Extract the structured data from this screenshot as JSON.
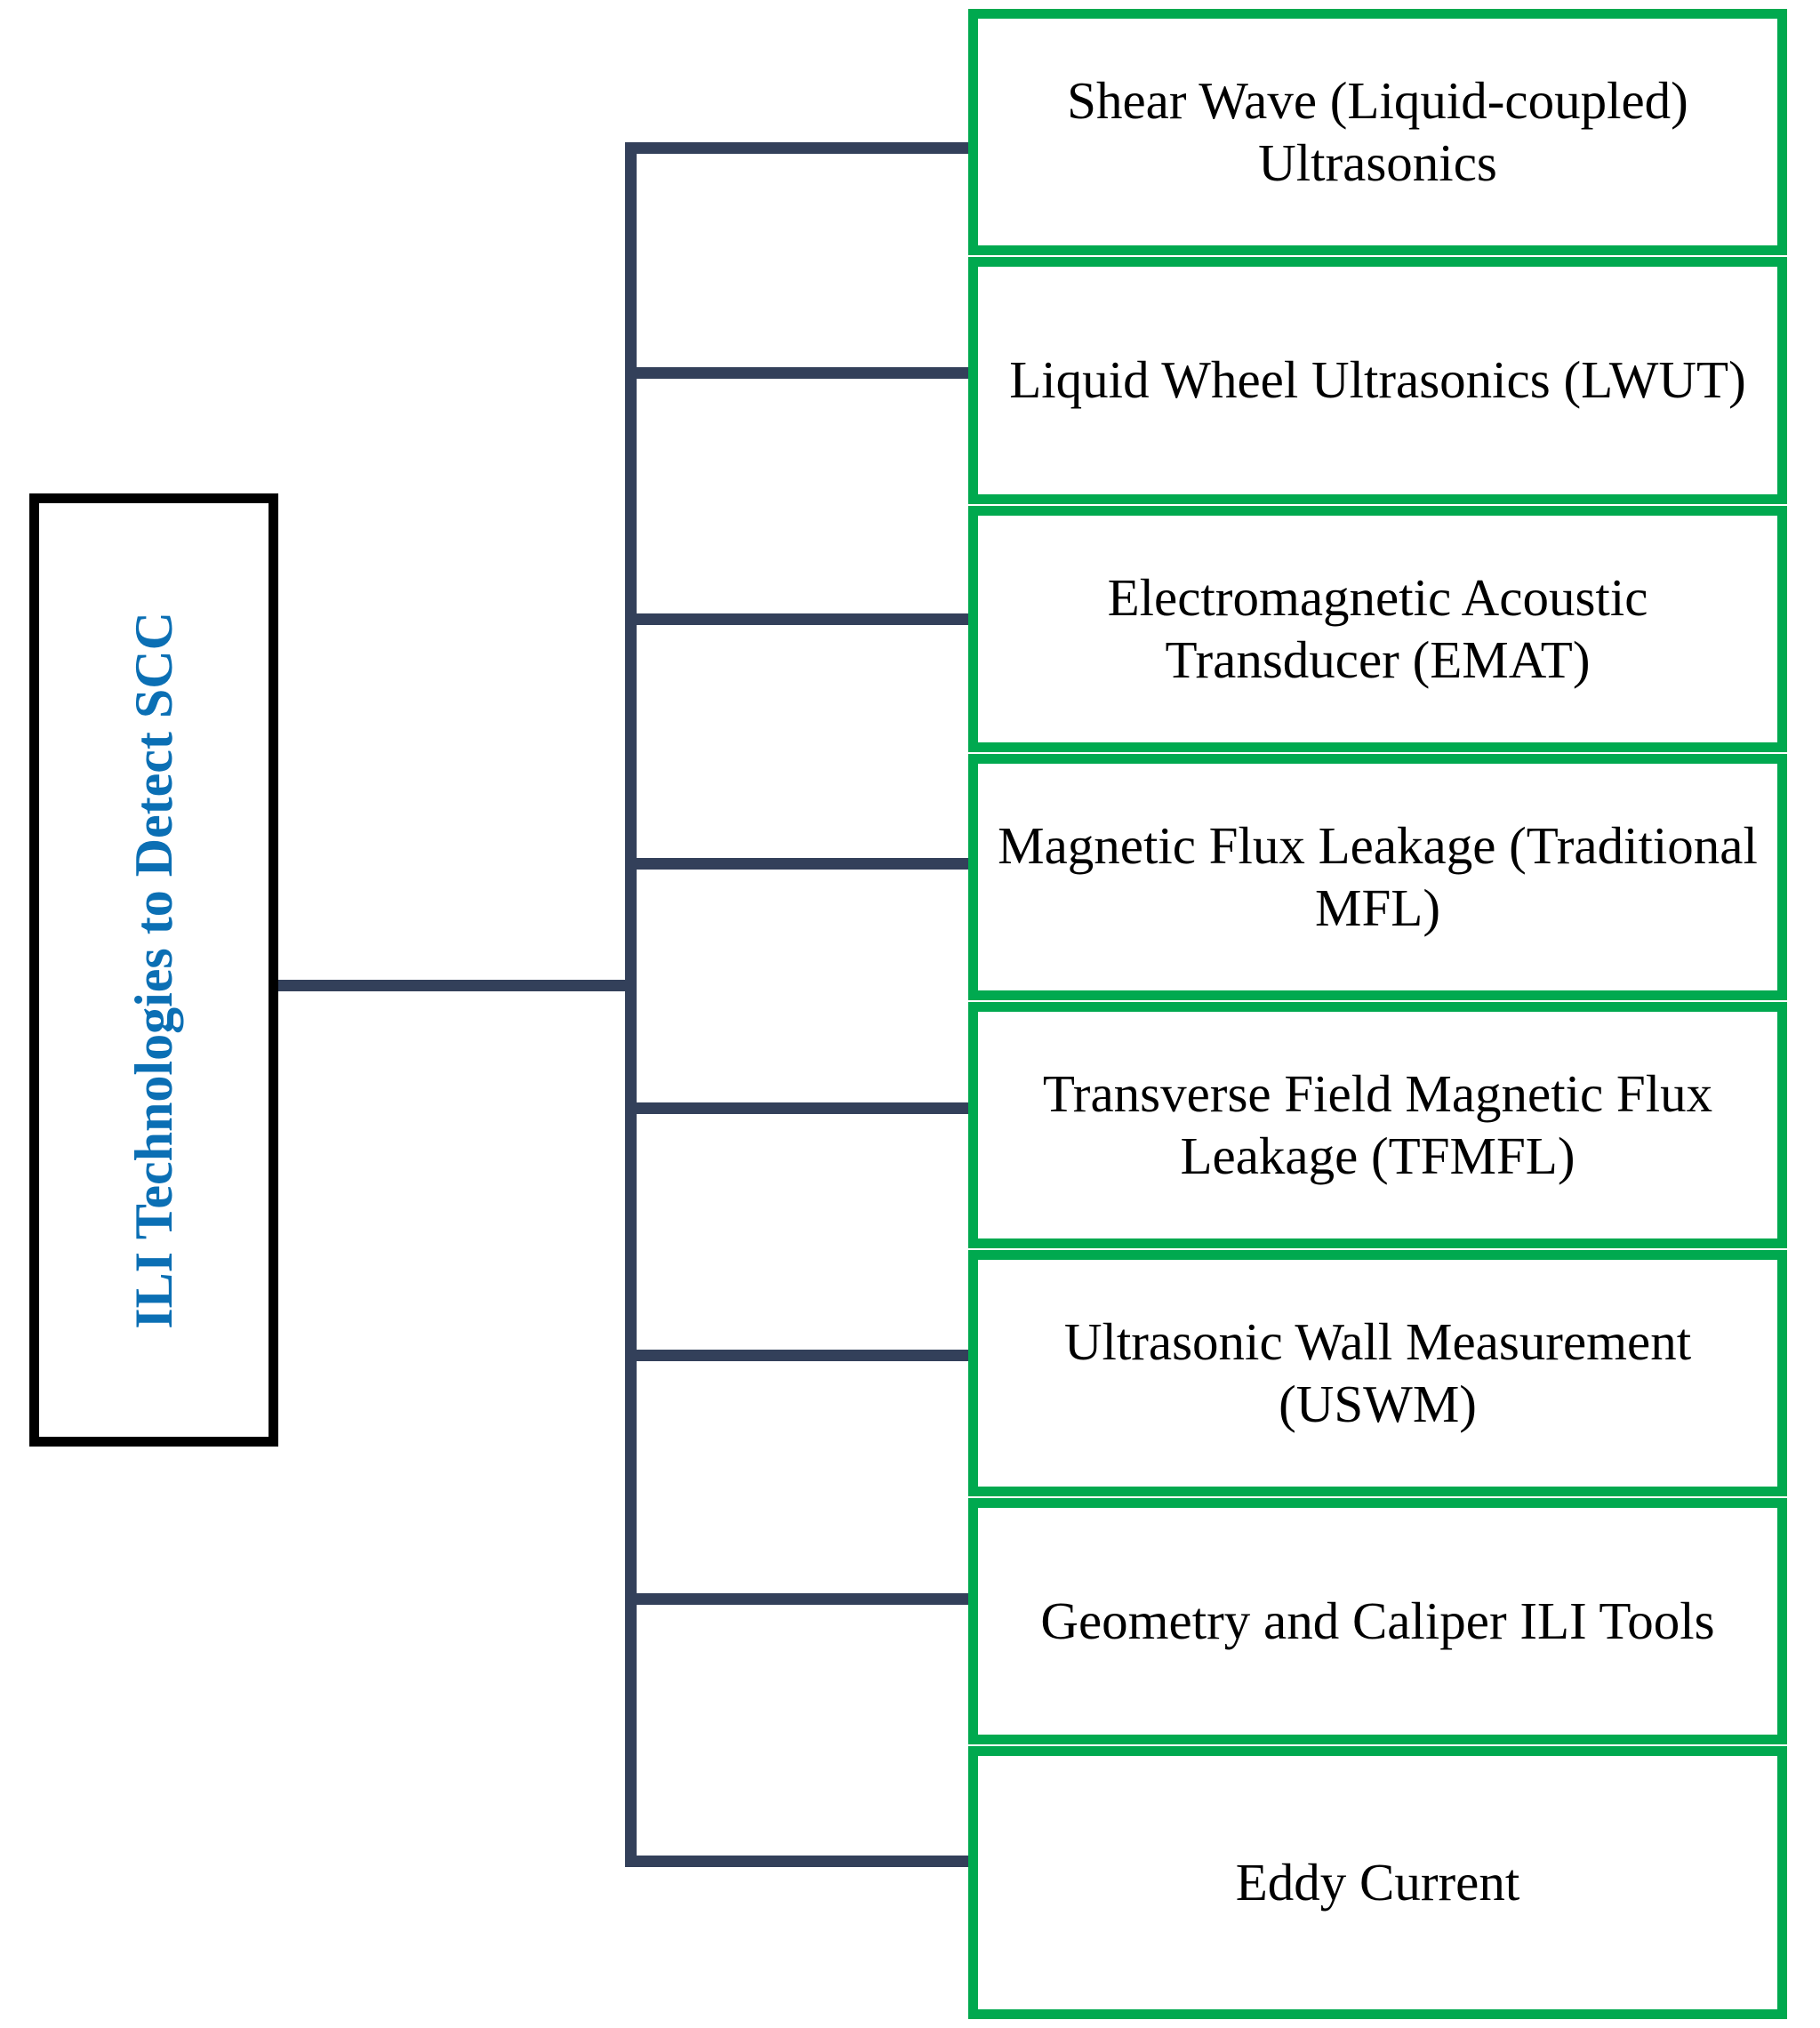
{
  "diagram": {
    "type": "tree-diagram",
    "orientation": "left-to-right",
    "root": {
      "label": "ILI Technologies to Detect SCC",
      "text_color": "#0b6fb4",
      "border_color": "#000000",
      "rotation_degrees": -90
    },
    "connector_color": "#33405a",
    "leaf_border_color": "#00a94f",
    "leaf_text_color": "#000000",
    "leaves": [
      {
        "label": "Shear Wave (Liquid-coupled) Ultrasonics"
      },
      {
        "label": "Liquid Wheel Ultrasonics (LWUT)"
      },
      {
        "label": "Electromagnetic Acoustic Transducer (EMAT)"
      },
      {
        "label": "Magnetic Flux Leakage (Traditional MFL)"
      },
      {
        "label": "Transverse Field Magnetic Flux Leakage (TFMFL)"
      },
      {
        "label": "Ultrasonic Wall Measurement (USWM)"
      },
      {
        "label": "Geometry and Caliper ILI Tools"
      },
      {
        "label": "Eddy Current"
      }
    ]
  }
}
